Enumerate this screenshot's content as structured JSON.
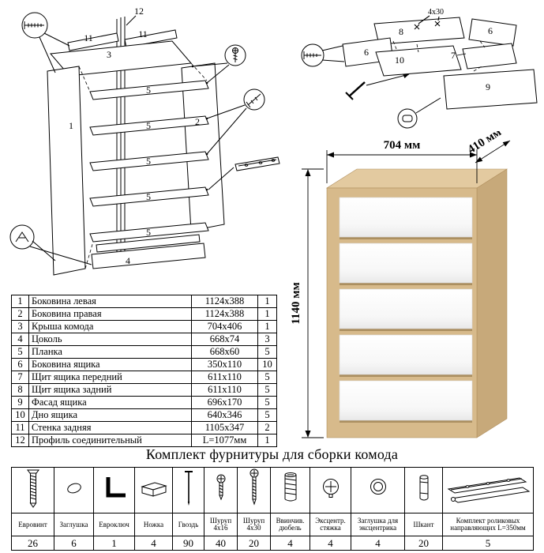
{
  "title": "Комплект фурнитуры для сборки комода",
  "dresser": {
    "dim_width": "704 мм",
    "dim_depth": "410 мм",
    "dim_height": "1140 мм"
  },
  "left_diagram": {
    "labels": {
      "l12": "12",
      "l11a": "11",
      "l11b": "11",
      "l3": "3",
      "l1": "1",
      "l2": "2",
      "l5a": "5",
      "l5b": "5",
      "l5c": "5",
      "l5d": "5",
      "l5e": "5",
      "l4": "4"
    }
  },
  "right_diagram": {
    "labels": {
      "l8": "8",
      "l4x30": "4х30",
      "l6a": "6",
      "l6b": "6",
      "l10": "10",
      "l7": "7",
      "l9": "9"
    }
  },
  "parts_table": {
    "rows": [
      {
        "num": "1",
        "name": "Боковина левая",
        "size": "1124x388",
        "qty": "1"
      },
      {
        "num": "2",
        "name": "Боковина правая",
        "size": "1124x388",
        "qty": "1"
      },
      {
        "num": "3",
        "name": "Крыша комода",
        "size": "704x406",
        "qty": "1"
      },
      {
        "num": "4",
        "name": "Цоколь",
        "size": "668x74",
        "qty": "3"
      },
      {
        "num": "5",
        "name": "Планка",
        "size": "668x60",
        "qty": "5"
      },
      {
        "num": "6",
        "name": "Боковина ящика",
        "size": "350x110",
        "qty": "10"
      },
      {
        "num": "7",
        "name": "Щит ящика передний",
        "size": "611x110",
        "qty": "5"
      },
      {
        "num": "8",
        "name": "Щит ящика задний",
        "size": "611x110",
        "qty": "5"
      },
      {
        "num": "9",
        "name": "Фасад ящика",
        "size": "696x170",
        "qty": "5"
      },
      {
        "num": "10",
        "name": "Дно ящика",
        "size": "640x346",
        "qty": "5"
      },
      {
        "num": "11",
        "name": "Стенка задняя",
        "size": "1105x347",
        "qty": "2"
      },
      {
        "num": "12",
        "name": "Профиль соединительный",
        "size": "L=1077мм",
        "qty": "1"
      }
    ]
  },
  "hardware": {
    "items": [
      {
        "label": "Евровинт",
        "qty": "26",
        "icon": "confirmat-screw"
      },
      {
        "label": "Заглушка",
        "qty": "6",
        "icon": "cap"
      },
      {
        "label": "Евроключ",
        "qty": "1",
        "icon": "hex-key"
      },
      {
        "label": "Ножка",
        "qty": "4",
        "icon": "foot"
      },
      {
        "label": "Гвоздь",
        "qty": "90",
        "icon": "nail"
      },
      {
        "label": "Шуруп 4х16",
        "qty": "40",
        "icon": "screw-4x16"
      },
      {
        "label": "Шуруп 4х30",
        "qty": "20",
        "icon": "screw-4x30"
      },
      {
        "label": "Ввинчив. дюбель",
        "qty": "4",
        "icon": "screw-in-dowel"
      },
      {
        "label": "Эксцентр. стяжка",
        "qty": "4",
        "icon": "cam-lock"
      },
      {
        "label": "Заглушка для эксцентрика",
        "qty": "4",
        "icon": "cam-cap"
      },
      {
        "label": "Шкант",
        "qty": "20",
        "icon": "wooden-dowel"
      },
      {
        "label": "Комплект роликовых направляющих L=350мм",
        "qty": "5",
        "icon": "drawer-slide"
      }
    ]
  },
  "colors": {
    "wood": "#d7ba8b",
    "wood_top": "#e3caa0",
    "wood_side": "#c7a97a",
    "wood_shadow": "#ab8f60",
    "drawer_white": "#ffffff",
    "line": "#000000"
  }
}
